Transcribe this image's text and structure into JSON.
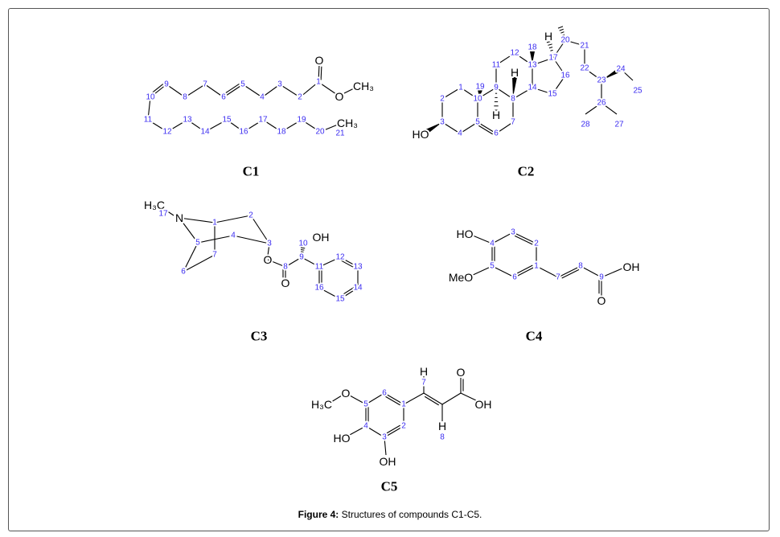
{
  "figure": {
    "caption_label": "Figure 4:",
    "caption_text": " Structures of compounds C1-C5."
  },
  "compounds": {
    "c1": {
      "title": "C1",
      "labels": [
        "O",
        "1",
        "O",
        "CH₃",
        "2",
        "3",
        "4",
        "5",
        "6",
        "7",
        "8",
        "9",
        "10",
        "11",
        "12",
        "13",
        "14",
        "15",
        "16",
        "17",
        "18",
        "19",
        "20",
        "CH₃",
        "21"
      ]
    },
    "c2": {
      "title": "C2",
      "labels": [
        "1",
        "2",
        "3",
        "HO",
        "4",
        "5",
        "10",
        "19",
        "6",
        "7",
        "8",
        "9",
        "H",
        "11",
        "12",
        "13",
        "18",
        "H",
        "14",
        "15",
        "16",
        "17",
        "H",
        "20",
        "21",
        "22",
        "23",
        "24",
        "25",
        "26",
        "28",
        "27"
      ]
    },
    "c3": {
      "title": "C3",
      "labels": [
        "H₃C",
        "17",
        "N",
        "1",
        "2",
        "3",
        "4",
        "5",
        "7",
        "6",
        "O",
        "8",
        "O",
        "9",
        "10",
        "OH",
        "11",
        "12",
        "13",
        "14",
        "15",
        "16"
      ]
    },
    "c4": {
      "title": "C4",
      "labels": [
        "HO",
        "4",
        "3",
        "2",
        "1",
        "6",
        "5",
        "MeO",
        "7",
        "8",
        "9",
        "OH",
        "O"
      ]
    },
    "c5": {
      "title": "C5",
      "labels": [
        "H₃C",
        "O",
        "5",
        "6",
        "1",
        "2",
        "3",
        "4",
        "HO",
        "OH",
        "7",
        "H",
        "H",
        "8",
        "O",
        "OH"
      ]
    }
  },
  "colors": {
    "atom": "#000000",
    "locant": "#3b2cf0"
  }
}
